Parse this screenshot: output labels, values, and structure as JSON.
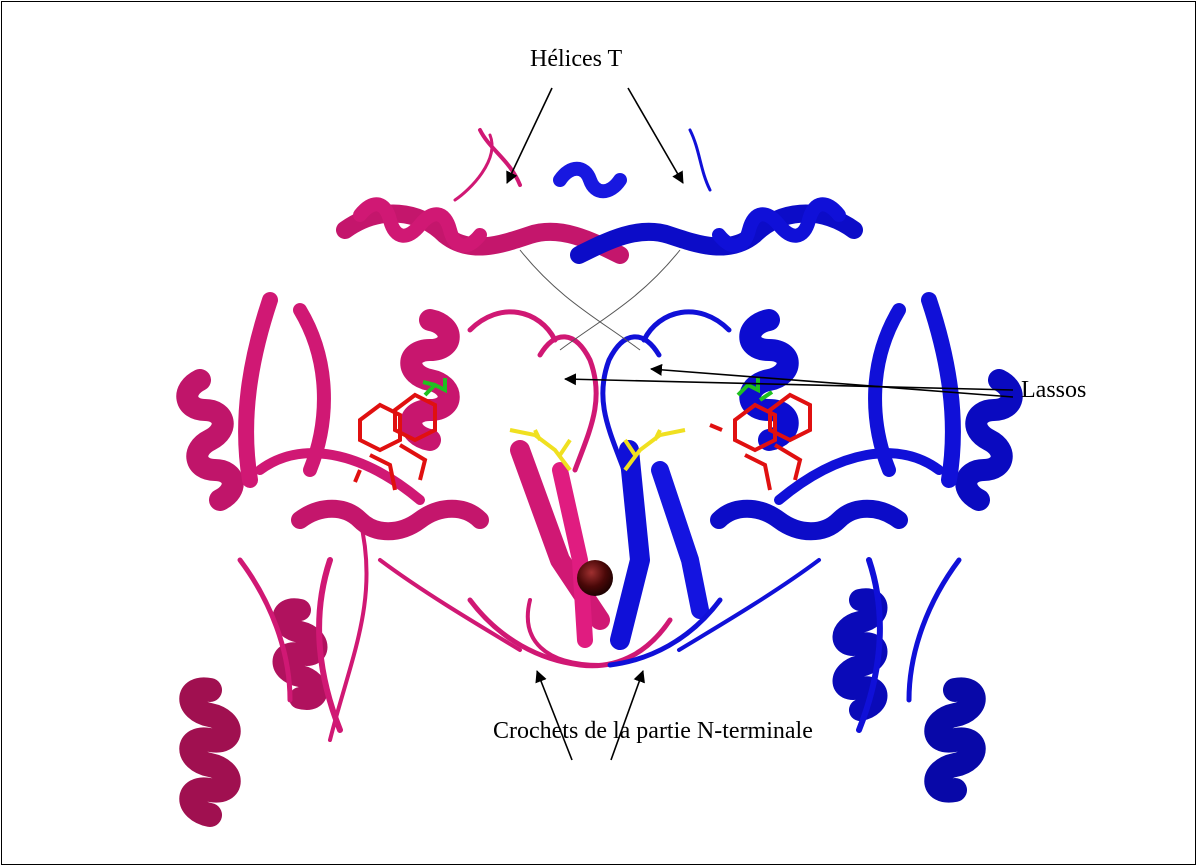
{
  "figure": {
    "labels": {
      "helices_t": "Hélices T",
      "lassos": "Lassos",
      "crochets": "Crochets de la partie N-terminale"
    },
    "colors": {
      "chain_a": "#d01874",
      "chain_b": "#1010d8",
      "ligand_main": "#e01010",
      "ligand_secondary": "#20c020",
      "ligand_central": "#f0e020",
      "metal_ion": "#4a0808"
    }
  }
}
